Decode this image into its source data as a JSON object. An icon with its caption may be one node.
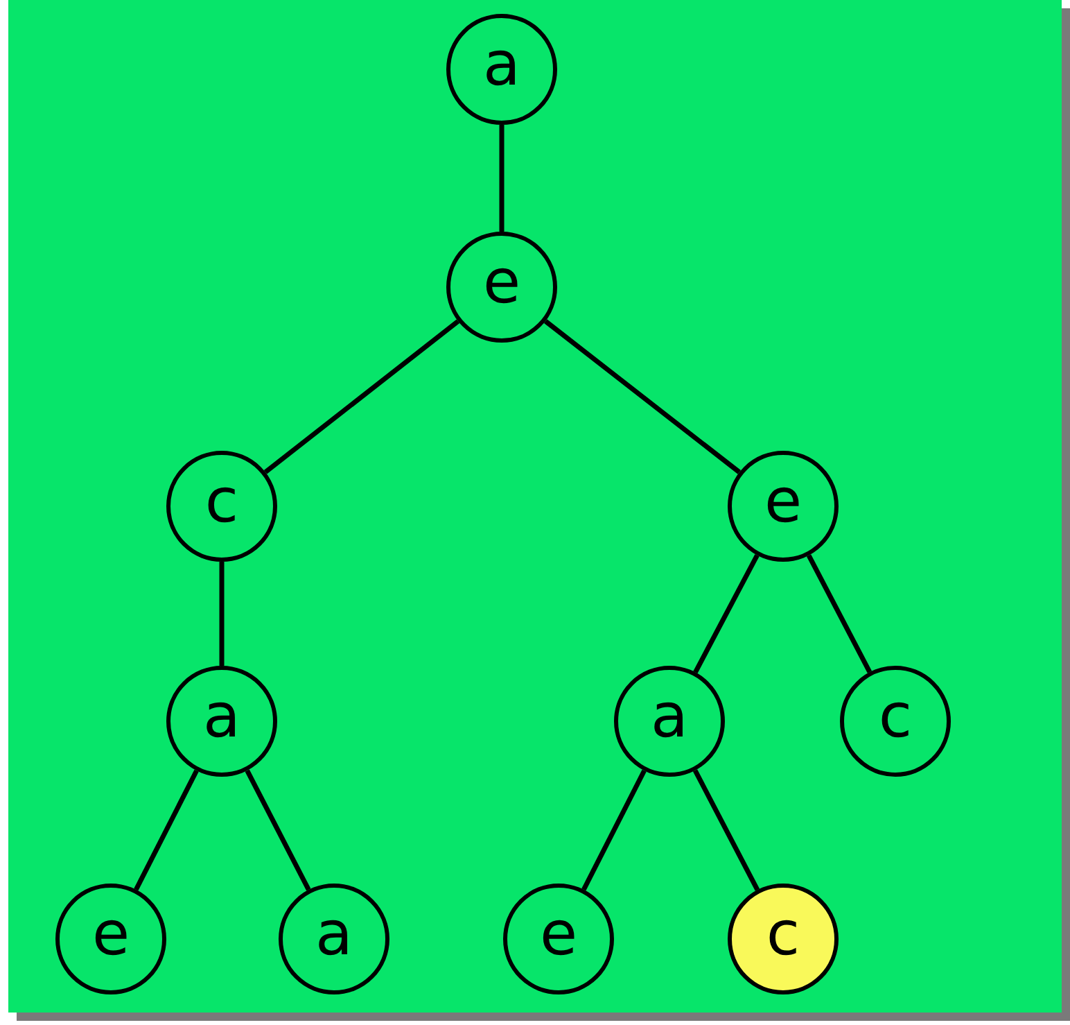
{
  "diagram": {
    "nodes": [
      {
        "text": [
          "a"
        ]
      },
      {
        "text": [
          "e"
        ]
      },
      {
        "text": [
          "c"
        ]
      },
      {
        "text": [
          "e"
        ]
      },
      {
        "text": [
          "a"
        ]
      },
      {
        "text": [
          "a"
        ]
      },
      {
        "text": [
          "c"
        ]
      },
      {
        "text": [
          "e"
        ]
      },
      {
        "text": [
          "a"
        ]
      },
      {
        "text": [
          "e"
        ]
      },
      {
        "text": [
          "c"
        ]
      }
    ],
    "edges": [
      {
        "from": 0,
        "to": 1,
        "arrow": "none"
      },
      {
        "from": 1,
        "to": 2,
        "arrow": "none"
      },
      {
        "from": 1,
        "to": 3,
        "arrow": "none"
      },
      {
        "from": 2,
        "to": 4,
        "arrow": "none"
      },
      {
        "from": 3,
        "to": 5,
        "arrow": "none"
      },
      {
        "from": 3,
        "to": 6,
        "arrow": "none"
      },
      {
        "from": 4,
        "to": 7,
        "arrow": "none"
      },
      {
        "from": 4,
        "to": 8,
        "arrow": "none"
      },
      {
        "from": 5,
        "to": 9,
        "arrow": "none"
      },
      {
        "from": 5,
        "to": 10,
        "arrow": "none"
      }
    ]
  }
}
